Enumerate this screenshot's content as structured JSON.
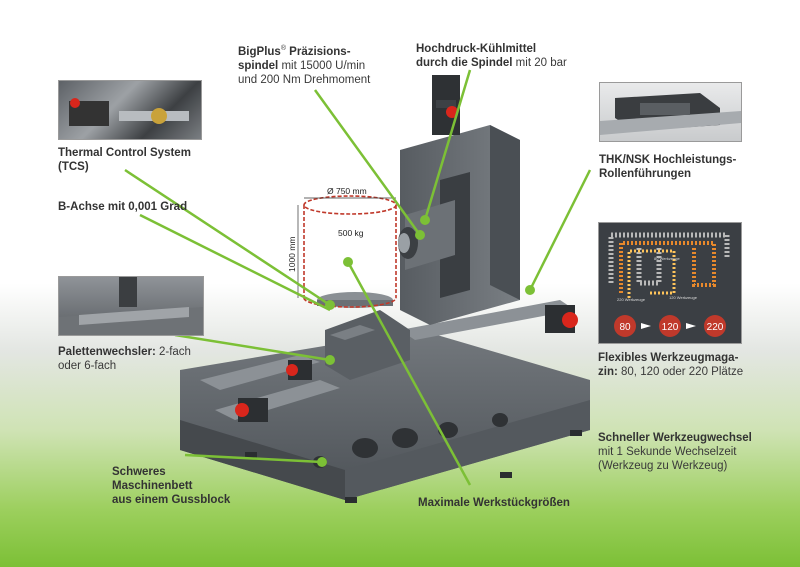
{
  "callouts": {
    "spindle": {
      "bold1": "BigPlus",
      "reg": "®",
      "bold2": " Präzisions-",
      "bold3": "spindel",
      "rest1": " mit 15000 U/min",
      "rest2": "und 200 Nm Drehmoment"
    },
    "coolant": {
      "bold1": "Hochdruck-Kühlmittel",
      "bold2": "durch die Spindel",
      "rest": " mit 20 bar"
    },
    "tcs": {
      "line1": "Thermal Control System",
      "line2": "(TCS)"
    },
    "rails": {
      "line1": "THK/NSK Hochleistungs-",
      "line2": "Rollenführungen"
    },
    "baxis": {
      "text": "B-Achse mit 0,001 Grad"
    },
    "pallet": {
      "bold": "Palettenwechsler:",
      "rest1": " 2-fach",
      "rest2": "oder 6-fach"
    },
    "magazine": {
      "bold1": "Flexibles Werkzeugmaga-",
      "bold2": "zin:",
      "rest": " 80, 120 oder 220 Plätze"
    },
    "toolchange": {
      "bold": "Schneller Werkzeugwechsel",
      "rest1": "mit 1 Sekunde Wechselzeit",
      "rest2": "(Werkzeug zu Werkzeug)"
    },
    "bed": {
      "line1": "Schweres",
      "line2": "Maschinenbett",
      "line3": "aus einem Gussblock"
    },
    "workpiece": {
      "text": "Maximale Werkstückgrößen"
    }
  },
  "dimensions": {
    "diameter": "Ø 750 mm",
    "height": "1000 mm",
    "weight": "500 kg"
  },
  "magazine_inset": {
    "sizes": [
      "80",
      "120",
      "220"
    ],
    "label_80": "80 Werkzeuge",
    "label_120": "120 Werkzeuge",
    "label_220": "220 Werkzeuge"
  },
  "colors": {
    "accent_green": "#7cc036",
    "machine_grey": "#5f6469",
    "red_dim": "#c0392b"
  }
}
